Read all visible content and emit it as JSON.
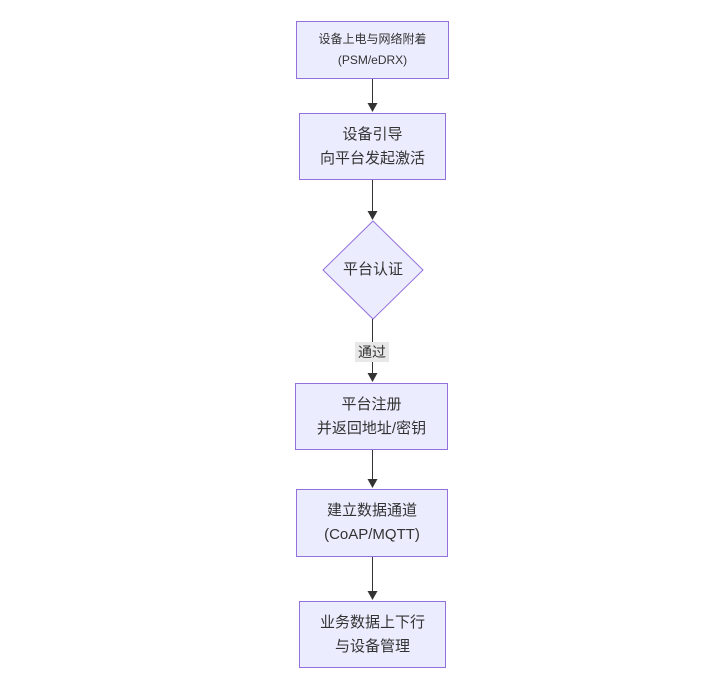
{
  "colors": {
    "node_fill": "#ECECFF",
    "node_border": "#9370DB",
    "edge_line": "#333333",
    "edge_label_bg": "#e8e8e8",
    "text": "#333333",
    "canvas_bg": "#ffffff"
  },
  "flowchart": {
    "type": "vertical-flowchart",
    "nodes": [
      {
        "id": "power-attach",
        "shape": "rect",
        "lines": [
          "设备上电与网络附着",
          "(PSM/eDRX)"
        ]
      },
      {
        "id": "bootstrap",
        "shape": "rect",
        "lines": [
          "设备引导",
          "向平台发起激活"
        ]
      },
      {
        "id": "platform-auth",
        "shape": "diamond",
        "lines": [
          "平台认证"
        ]
      },
      {
        "id": "platform-register",
        "shape": "rect",
        "lines": [
          "平台注册",
          "并返回地址/密钥"
        ]
      },
      {
        "id": "data-channel",
        "shape": "rect",
        "lines": [
          "建立数据通道",
          "(CoAP/MQTT)"
        ]
      },
      {
        "id": "business-data",
        "shape": "rect",
        "lines": [
          "业务数据上下行",
          "与设备管理"
        ]
      }
    ],
    "edges": [
      {
        "from": "power-attach",
        "to": "bootstrap",
        "label": ""
      },
      {
        "from": "bootstrap",
        "to": "platform-auth",
        "label": ""
      },
      {
        "from": "platform-auth",
        "to": "platform-register",
        "label": "通过"
      },
      {
        "from": "platform-register",
        "to": "data-channel",
        "label": ""
      },
      {
        "from": "data-channel",
        "to": "business-data",
        "label": ""
      }
    ]
  }
}
